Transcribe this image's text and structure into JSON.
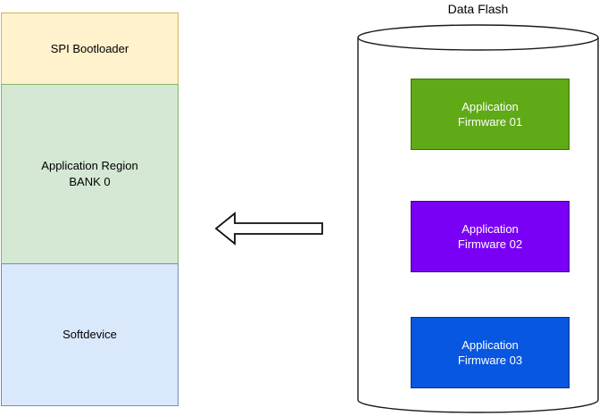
{
  "diagram": {
    "memory_map": {
      "regions": [
        {
          "name": "spi-bootloader",
          "lines": [
            "SPI Bootloader"
          ],
          "fill": "#FFF2CC",
          "stroke": "#D6B656",
          "text_color": "#000000"
        },
        {
          "name": "application-region-bank0",
          "lines": [
            "Application Region",
            "BANK 0"
          ],
          "fill": "#D5E8D4",
          "stroke": "#82B366",
          "text_color": "#000000"
        },
        {
          "name": "softdevice",
          "lines": [
            "Softdevice"
          ],
          "fill": "#DAE8FC",
          "stroke": "#6C8EBF",
          "text_color": "#000000"
        }
      ]
    },
    "arrow": {
      "direction": "left",
      "fill": "#FFFFFF",
      "stroke": "#0D0D0D"
    },
    "data_flash": {
      "title": "Data Flash",
      "cylinder_fill": "#FFFFFF",
      "cylinder_stroke": "#1A1A1A",
      "firmwares": [
        {
          "name": "application-firmware-01",
          "lines": [
            "Application",
            "Firmware 01"
          ],
          "fill": "#60A917",
          "stroke": "#2D7600",
          "text_color": "#FFFFFF"
        },
        {
          "name": "application-firmware-02",
          "lines": [
            "Application",
            "Firmware 02"
          ],
          "fill": "#7A00F5",
          "stroke": "#3D007A",
          "text_color": "#FFFFFF"
        },
        {
          "name": "application-firmware-03",
          "lines": [
            "Application",
            "Firmware 03"
          ],
          "fill": "#0857E0",
          "stroke": "#0A2E7A",
          "text_color": "#FFFFFF"
        }
      ]
    }
  }
}
